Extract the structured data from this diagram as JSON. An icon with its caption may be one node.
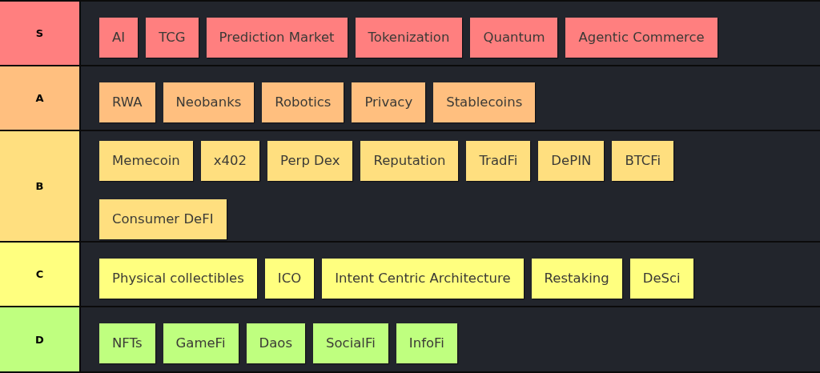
{
  "diagram": {
    "nodes": [
      {
        "text": [
          "S"
        ]
      },
      {
        "text": [
          "AI"
        ],
        "in": 0
      },
      {
        "text": [
          "TCG"
        ],
        "in": 0
      },
      {
        "text": [
          "Prediction Market"
        ],
        "in": 0
      },
      {
        "text": [
          "Tokenization"
        ],
        "in": 0
      },
      {
        "text": [
          "Quantum"
        ],
        "in": 0
      },
      {
        "text": [
          "Agentic Commerce"
        ],
        "in": 0
      },
      {
        "text": [
          "A"
        ]
      },
      {
        "text": [
          "RWA"
        ],
        "in": 7
      },
      {
        "text": [
          "Neobanks"
        ],
        "in": 7
      },
      {
        "text": [
          "Robotics"
        ],
        "in": 7
      },
      {
        "text": [
          "Privacy"
        ],
        "in": 7
      },
      {
        "text": [
          "Stablecoins"
        ],
        "in": 7
      },
      {
        "text": [
          "B"
        ]
      },
      {
        "text": [
          "Memecoin"
        ],
        "in": 13
      },
      {
        "text": [
          "x402"
        ],
        "in": 13
      },
      {
        "text": [
          "Perp Dex"
        ],
        "in": 13
      },
      {
        "text": [
          "Reputation"
        ],
        "in": 13
      },
      {
        "text": [
          "TradFi"
        ],
        "in": 13
      },
      {
        "text": [
          "DePIN"
        ],
        "in": 13
      },
      {
        "text": [
          "BTCFi"
        ],
        "in": 13
      },
      {
        "text": [
          "Consumer DeFI"
        ],
        "in": 13
      },
      {
        "text": [
          "C"
        ]
      },
      {
        "text": [
          "Physical collectibles"
        ],
        "in": 22
      },
      {
        "text": [
          "ICO"
        ],
        "in": 22
      },
      {
        "text": [
          "Intent Centric Architecture"
        ],
        "in": 22
      },
      {
        "text": [
          "Restaking"
        ],
        "in": 22
      },
      {
        "text": [
          "DeSci"
        ],
        "in": 22
      },
      {
        "text": [
          "D"
        ]
      },
      {
        "text": [
          "NFTs"
        ],
        "in": 28
      },
      {
        "text": [
          "GameFi"
        ],
        "in": 28
      },
      {
        "text": [
          "Daos"
        ],
        "in": 28
      },
      {
        "text": [
          "SocialFi"
        ],
        "in": 28
      },
      {
        "text": [
          "InfoFi"
        ],
        "in": 28
      }
    ]
  }
}
